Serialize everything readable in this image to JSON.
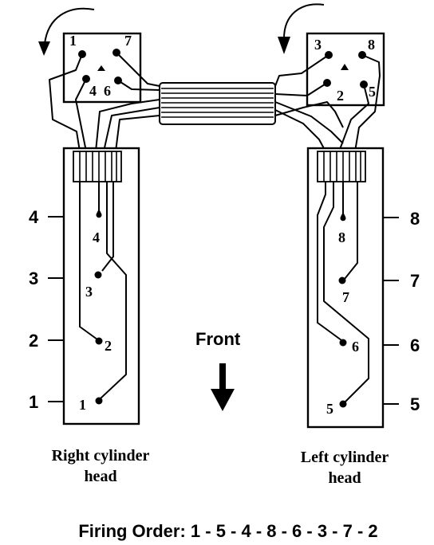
{
  "distributor_right": {
    "terminals": [
      "1",
      "7",
      "4",
      "6"
    ]
  },
  "distributor_left": {
    "terminals": [
      "3",
      "8",
      "2",
      "5"
    ]
  },
  "right_head": {
    "plug_labels": [
      "4",
      "3",
      "2",
      "1"
    ],
    "side_numbers": [
      "4",
      "3",
      "2",
      "1"
    ],
    "caption_line1": "Right cylinder",
    "caption_line2": "head"
  },
  "left_head": {
    "plug_labels": [
      "8",
      "7",
      "6",
      "5"
    ],
    "side_numbers": [
      "8",
      "7",
      "6",
      "5"
    ],
    "caption_line1": "Left cylinder",
    "caption_line2": "head"
  },
  "front_label": "Front",
  "firing_order": "Firing Order: 1 - 5 - 4 - 8 - 6 - 3 - 7 - 2"
}
